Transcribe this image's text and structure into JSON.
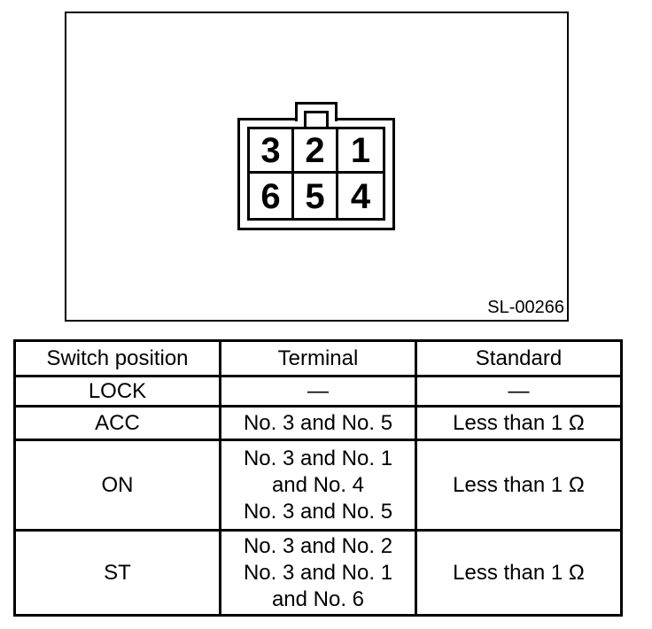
{
  "figure": {
    "code": "SL-00266",
    "connector": {
      "pins": [
        "3",
        "2",
        "1",
        "6",
        "5",
        "4"
      ]
    }
  },
  "table": {
    "headers": [
      "Switch position",
      "Terminal",
      "Standard"
    ],
    "rows": [
      {
        "position": "LOCK",
        "terminal_lines": [
          "—"
        ],
        "standard": "—"
      },
      {
        "position": "ACC",
        "terminal_lines": [
          "No. 3 and No. 5"
        ],
        "standard": "Less than 1 Ω"
      },
      {
        "position": "ON",
        "terminal_lines": [
          "No. 3 and No. 1",
          "and No. 4",
          "No. 3 and No. 5"
        ],
        "standard": "Less than 1 Ω"
      },
      {
        "position": "ST",
        "terminal_lines": [
          "No. 3 and No. 2",
          "No. 3 and No. 1",
          "and No. 6"
        ],
        "standard": "Less than 1 Ω"
      }
    ]
  }
}
